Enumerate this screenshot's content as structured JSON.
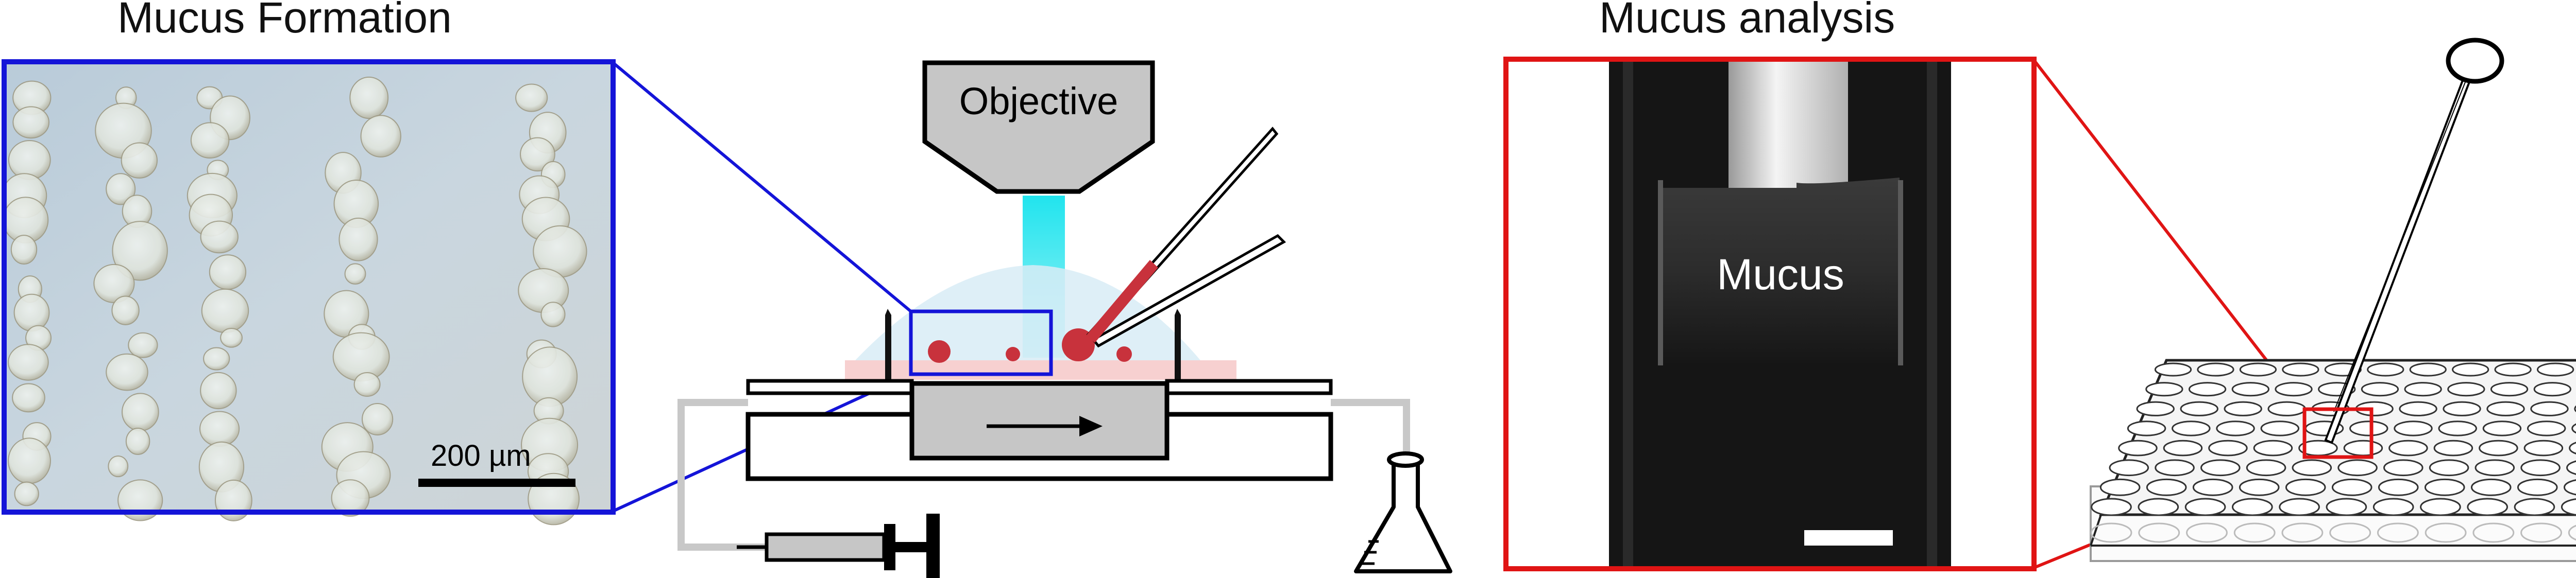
{
  "panels": {
    "mucus_formation": {
      "title": "Mucus Formation",
      "scale_bar_label": "200 µm",
      "frame_color": "#1414d8"
    },
    "setup": {
      "objective_label": "Objective",
      "droplet_color": "#c8323c",
      "beam_color": "#38e6f0",
      "flow_channel_color": "#c8c8c8"
    },
    "mucus_analysis": {
      "title": "Mucus analysis",
      "sample_label": "Mucus",
      "frame_color": "#e01414"
    },
    "well_plate": {
      "rows": 8,
      "columns": 12
    }
  }
}
